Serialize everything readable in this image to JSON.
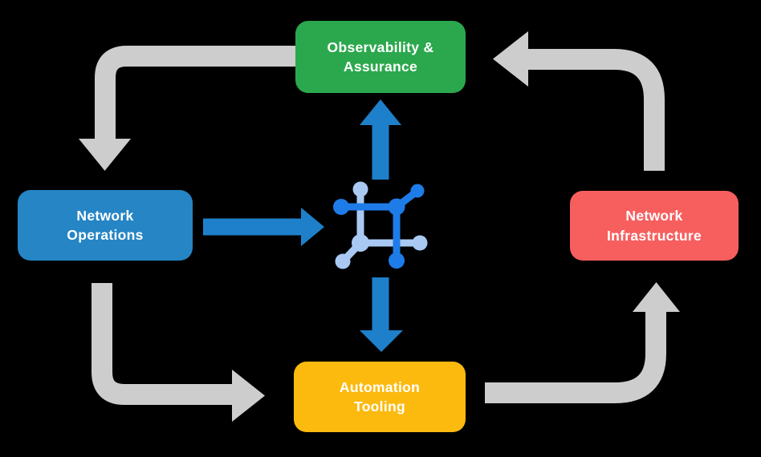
{
  "boxes": {
    "observability": {
      "line1": "Observability &",
      "line2": "Assurance",
      "color": "#2BA84D"
    },
    "operations": {
      "line1": "Network",
      "line2": "Operations",
      "color": "#2585C5"
    },
    "infrastructure": {
      "line1": "Network",
      "line2": "Infrastructure",
      "color": "#F75F5F"
    },
    "automation": {
      "line1": "Automation",
      "line2": "Tooling",
      "color": "#FCBA0F"
    }
  },
  "icons": {
    "center": "network-mesh-icon"
  },
  "colors": {
    "background": "#000000",
    "text": "#FFFFFF",
    "cycle_arrow_gray": "#CDCDCD",
    "data_arrow_blue": "#1E80CA",
    "icon_dark_blue": "#1E7CE8",
    "icon_light_blue": "#A9C9F3"
  }
}
